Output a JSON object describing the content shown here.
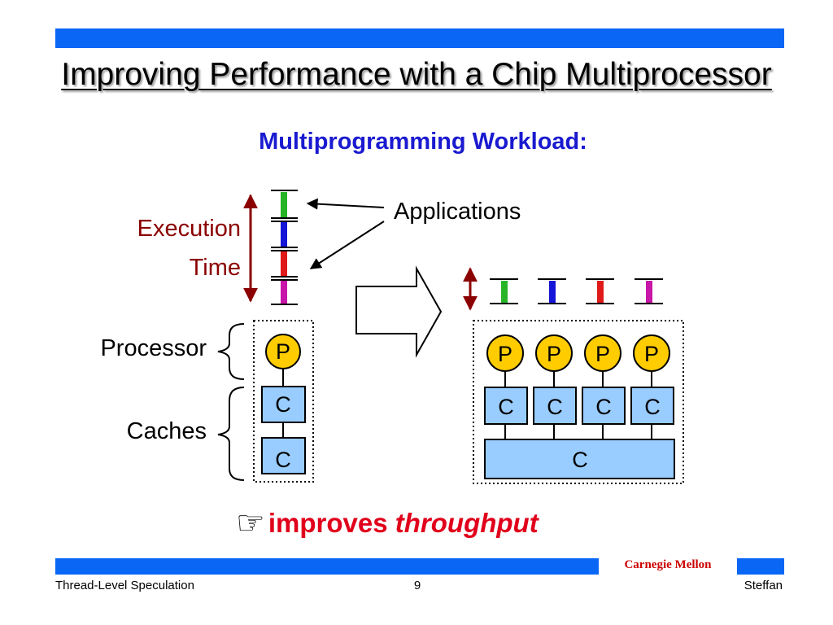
{
  "slide": {
    "title": "Improving Performance with a Chip Multiprocessor",
    "subtitle": "Multiprogramming Workload:",
    "labels": {
      "applications": "Applications",
      "execution": "Execution",
      "time": "Time",
      "processor": "Processor",
      "caches": "Caches"
    },
    "single_core": {
      "processor": "P",
      "caches": [
        "C",
        "C"
      ]
    },
    "multi_core": {
      "processors": [
        "P",
        "P",
        "P",
        "P"
      ],
      "private_caches": [
        "C",
        "C",
        "C",
        "C"
      ],
      "shared_cache": "C"
    },
    "result": {
      "icon": "pointing-hand-icon",
      "glyph": "☞",
      "text": "improves ",
      "emphasis": "throughput"
    },
    "footer": {
      "left": "Thread-Level Speculation",
      "page": "9",
      "right": "Steffan",
      "institution": "Carnegie Mellon"
    }
  },
  "colors": {
    "bar_blue": "#0a66f5",
    "subtitle_blue": "#1a1ad0",
    "label_dark_red": "#8b0000",
    "result_red": "#e0001b",
    "processor_fill": "#ffcc00",
    "cache_fill": "#99ccff",
    "app_green": "#27b427",
    "app_blue": "#1515d8",
    "app_red": "#e01919",
    "app_magenta": "#c816a8",
    "institution_red": "#cc0000"
  }
}
